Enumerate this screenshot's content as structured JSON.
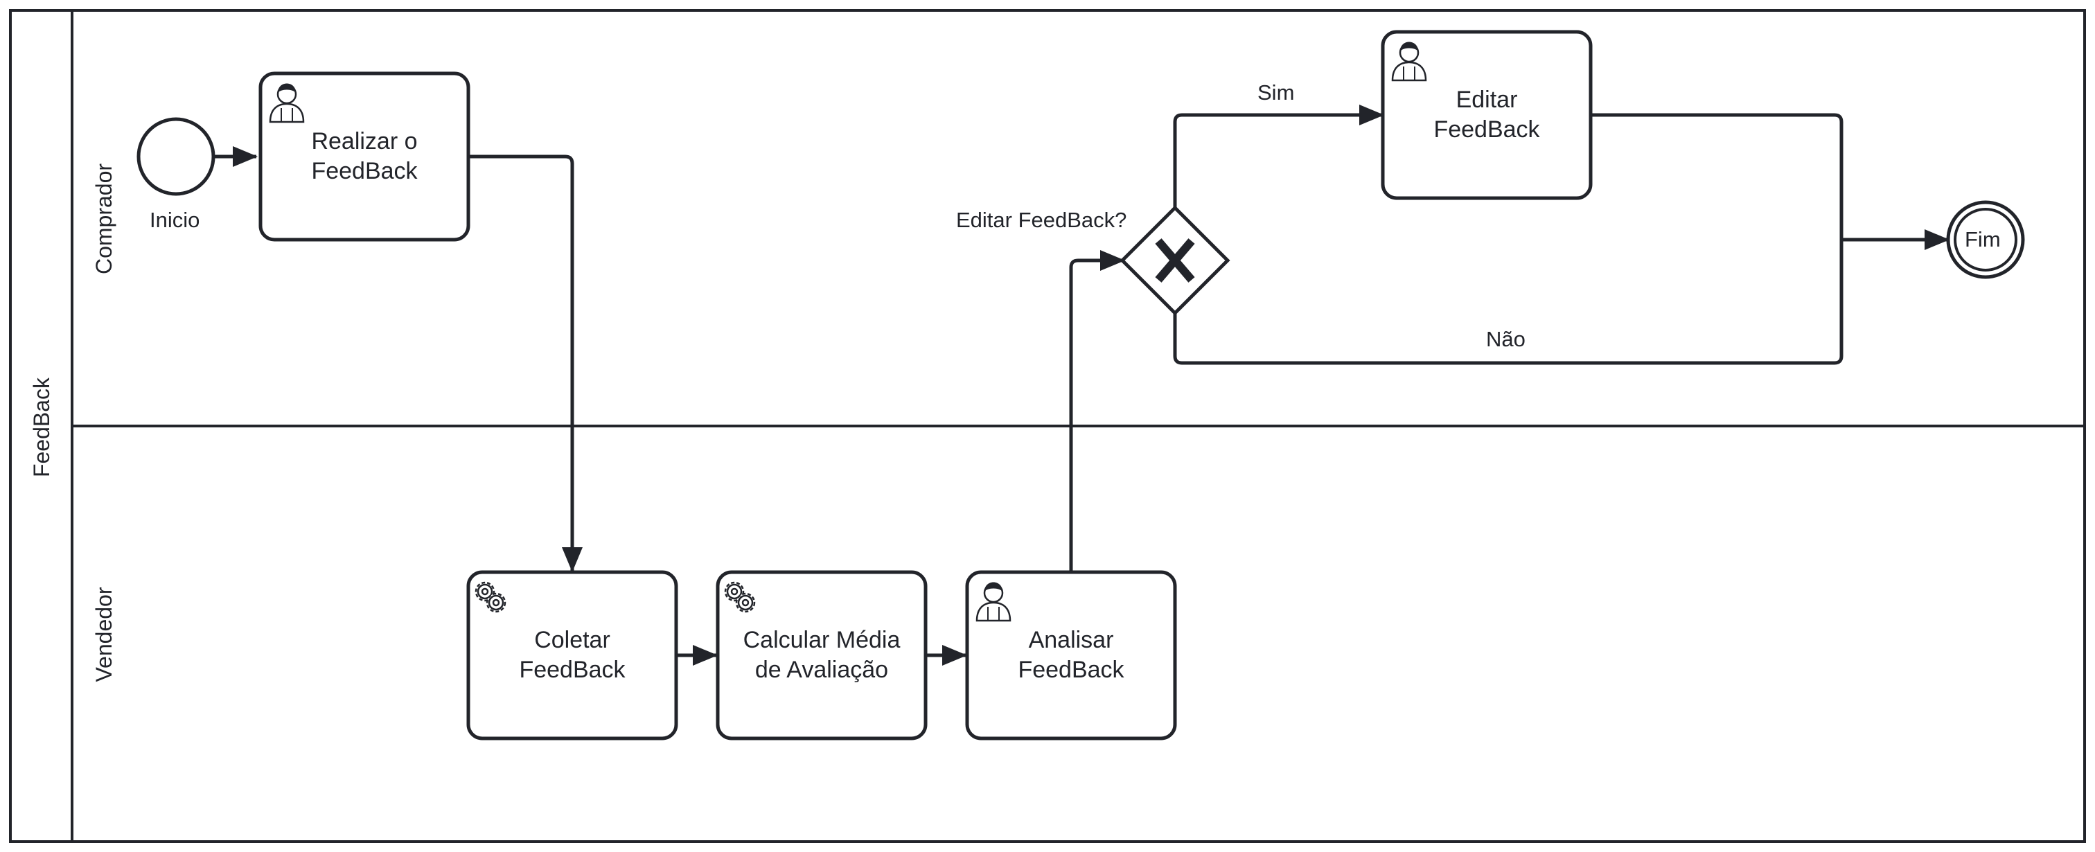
{
  "pool": {
    "label": "FeedBack"
  },
  "lanes": [
    {
      "label": "Comprador"
    },
    {
      "label": "Vendedor"
    }
  ],
  "events": {
    "start": {
      "label": "Inicio"
    },
    "end": {
      "label": "Fim"
    }
  },
  "tasks": {
    "realizar": {
      "line1": "Realizar o",
      "line2": "FeedBack",
      "icon": "user-icon"
    },
    "editar": {
      "line1": "Editar",
      "line2": "FeedBack",
      "icon": "user-icon"
    },
    "coletar": {
      "line1": "Coletar",
      "line2": "FeedBack",
      "icon": "gears-icon"
    },
    "calcular": {
      "line1": "Calcular Média",
      "line2": "de Avaliação",
      "icon": "gears-icon"
    },
    "analisar": {
      "line1": "Analisar",
      "line2": "FeedBack",
      "icon": "user-icon"
    }
  },
  "gateway": {
    "label": "Editar FeedBack?",
    "marker": "X"
  },
  "flows": {
    "yes": "Sim",
    "no": "Não"
  },
  "colors": {
    "stroke": "#22242a",
    "background": "#ffffff"
  }
}
